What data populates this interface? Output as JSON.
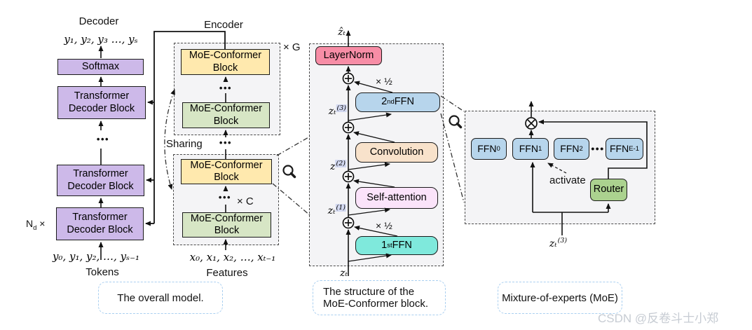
{
  "watermark": "CSDN @反卷斗士小郑",
  "captions": {
    "overall": "The overall model.",
    "structure_line1": "The structure of the",
    "structure_line2": "MoE-Conformer block.",
    "moe": "Mixture-of-experts (MoE)"
  },
  "decoder": {
    "title": "Decoder",
    "output_seq": "y₁, y₂, y₃ …, yₛ",
    "softmax_label": "Softmax",
    "block_label": "Transformer Decoder Block",
    "ellipsis": "•••",
    "count_base": "N",
    "count_sub": "d",
    "count_times": " ×",
    "input_seq": "y₀, y₁, y₂, …, yₛ₋₁",
    "input_label": "Tokens"
  },
  "encoder": {
    "title": "Encoder",
    "block_label": "MoE-Conformer Block",
    "group_count": "× G",
    "inner_count": "× C",
    "sharing_label": "Sharing",
    "ellipsis": "•••",
    "input_seq": "x₀, x₁, x₂, …, xₜ₋₁",
    "input_label": "Features"
  },
  "conformer": {
    "output_label": "ẑₜ",
    "layernorm_label": "LayerNorm",
    "half_scale": "× ½",
    "ffn2_base": "2",
    "ffn2_sup": "nd",
    "ffn2_rest": " FFN",
    "conv_label": "Convolution",
    "attn_label": "Self-attention",
    "ffn1_base": "1",
    "ffn1_sup": "st",
    "ffn1_rest": " FFN",
    "z3_base": "zₜ",
    "z3_sup": "(3)",
    "z2_base": "z",
    "z2_sup": "(2)",
    "z1_base": "zₜ",
    "z1_sup": "(1)",
    "input_label": "zₜ"
  },
  "moe": {
    "experts": [
      {
        "base": "FFN",
        "sub": "0"
      },
      {
        "base": "FFN",
        "sub": "1"
      },
      {
        "base": "FFN",
        "sub": "2"
      },
      {
        "base": "FFN",
        "sub": "E-1"
      }
    ],
    "ellipsis": "•••",
    "router_label": "Router",
    "activate_label": "activate",
    "input_base": "zₜ",
    "input_sup": "(3)"
  },
  "colors": {
    "purple_block": "#CDB9E9",
    "yellow_block": "#FFE9AE",
    "green_block": "#D7E6C5",
    "layernorm_pink": "#F78DA6",
    "ffn_blue": "#B7D5EC",
    "conv_peach": "#F8E2CB",
    "attn_pink": "#FBE3FA",
    "ffn_cyan": "#7FE9DC",
    "router_green": "#ABD28F",
    "caption_border": "#A9CFF0"
  }
}
